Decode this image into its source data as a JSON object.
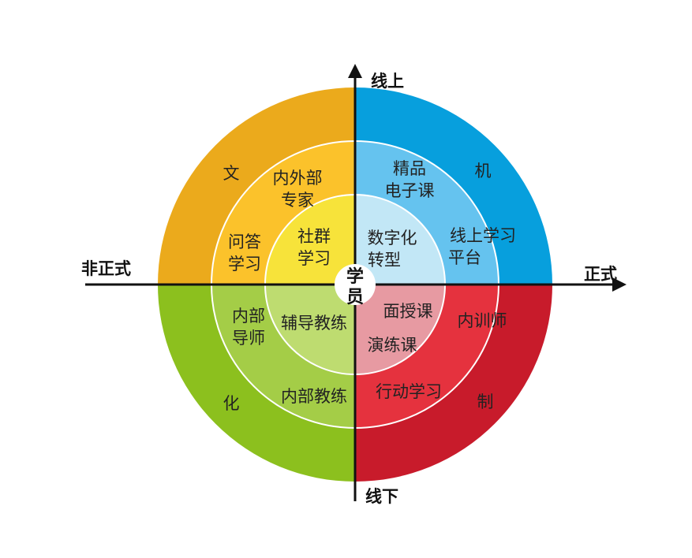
{
  "axes": {
    "top": "线上",
    "bottom": "线下",
    "left": "非正式",
    "right": "正式"
  },
  "center": {
    "line1": "学",
    "line2": "员"
  },
  "colors": {
    "tl": [
      "#ebaa1c",
      "#fbc22b",
      "#f7e33a"
    ],
    "tr": [
      "#079fdd",
      "#65c3ef",
      "#c2e7f6"
    ],
    "bl": [
      "#8cc01e",
      "#a4cd47",
      "#bedc70"
    ],
    "br": [
      "#c81b2b",
      "#e5323e",
      "#e79aa2"
    ],
    "ring_divider": "#ffffff",
    "axis": "#111111"
  },
  "outer_labels": {
    "tl": "文",
    "tr": "机",
    "bl": "化",
    "br": "制"
  },
  "middle_labels": {
    "tl_top": [
      "内外部",
      "专家"
    ],
    "tl_side": [
      "问答",
      "学习"
    ],
    "tr_top": [
      "精品",
      "电子课"
    ],
    "tr_side": [
      "线上学习",
      "平台"
    ],
    "bl_side": [
      "内部",
      "导师"
    ],
    "bl_bottom": "内部教练",
    "br_side": "内训师",
    "br_bottom": "行动学习"
  },
  "inner_labels": {
    "tl": [
      "社群",
      "学习"
    ],
    "tr": [
      "数字化",
      "转型"
    ],
    "bl": "辅导教练",
    "br": [
      "面授课",
      "演练课"
    ]
  }
}
